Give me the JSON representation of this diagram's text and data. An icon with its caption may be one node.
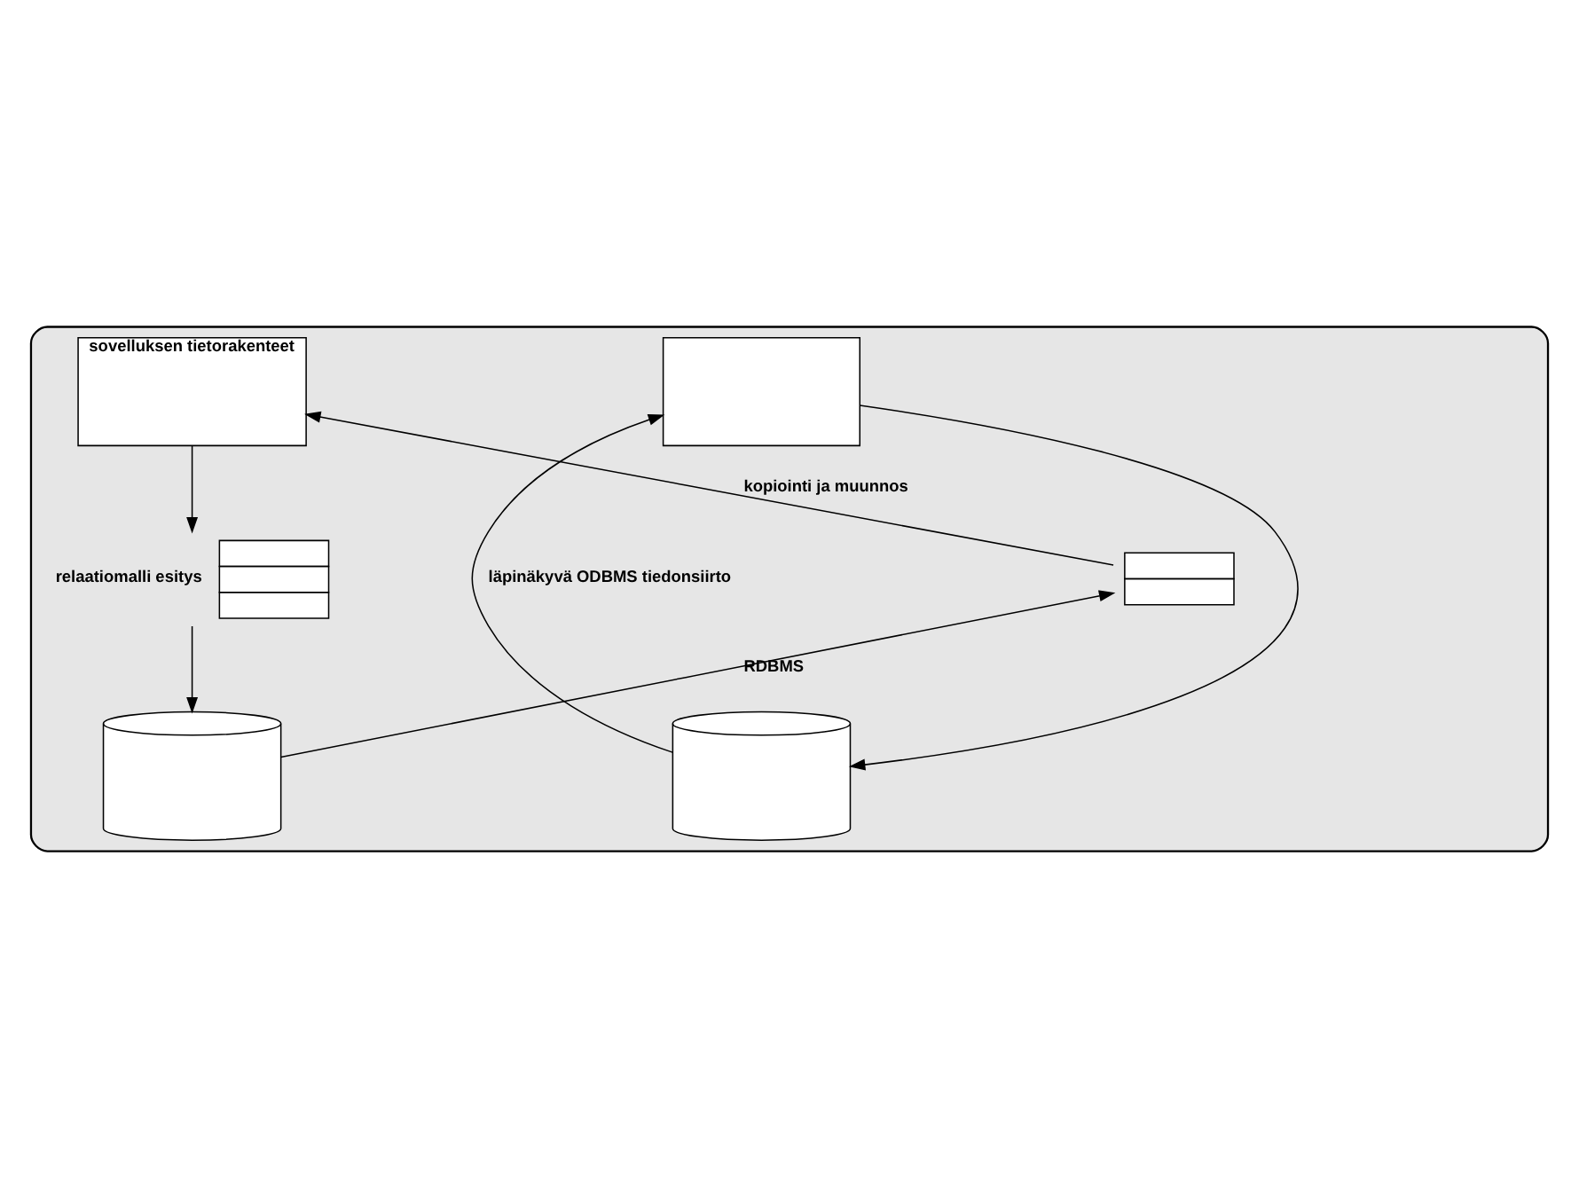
{
  "diagram": {
    "nodes": [
      {
        "text": [],
        "shape": "box"
      },
      {
        "text": [
          "sovelluksen tietorakenteet"
        ],
        "in": 0
      },
      {
        "text": [],
        "shape": "box",
        "in": 0
      },
      {
        "text": [],
        "shape": "box",
        "in": 0,
        "beside": [
          "relaatiomalli esitys"
        ]
      },
      {
        "text": [],
        "shape": "box",
        "in": 0
      },
      {
        "text": [],
        "shape": "cylinder",
        "in": 0
      },
      {
        "text": [],
        "shape": "cylinder",
        "in": 0
      }
    ],
    "edges": [
      {
        "from": 1,
        "to": 3,
        "arrow": "to"
      },
      {
        "from": 4,
        "to": 1,
        "arrow": "to",
        "label": "kopiointi ja muunnos"
      },
      {
        "from": 3,
        "to": 5,
        "arrow": "to"
      },
      {
        "from": 5,
        "to": 4,
        "arrow": "to",
        "label": "RDBMS"
      },
      {
        "from": 2,
        "to": 6,
        "arrow": "to"
      },
      {
        "from": 6,
        "to": 2,
        "arrow": "to",
        "label": "läpinäkyvä ODBMS tiedonsiirto"
      }
    ]
  }
}
